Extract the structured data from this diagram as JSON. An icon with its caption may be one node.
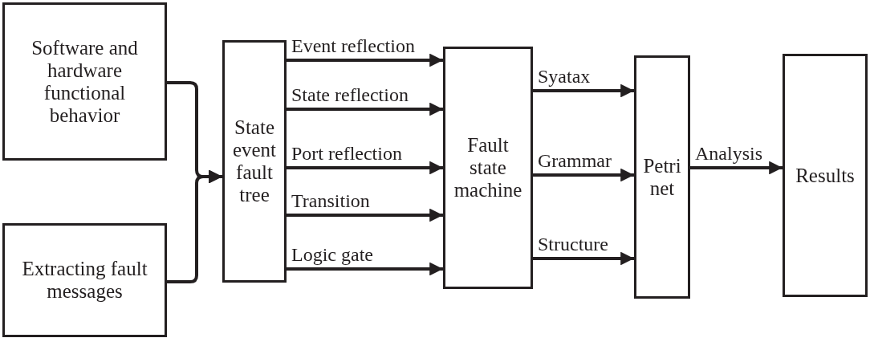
{
  "diagram": {
    "nodes": [
      {
        "text": [
          "Software and hardware functional behavior"
        ]
      },
      {
        "text": [
          "Extracting fault messages"
        ]
      },
      {
        "text": [
          "State event fault tree"
        ]
      },
      {
        "text": [
          "Fault state machine"
        ]
      },
      {
        "text": [
          "Petri net"
        ]
      },
      {
        "text": [
          "Results"
        ]
      }
    ],
    "edges": [
      {
        "from": 0,
        "to": 2,
        "arrow": "to"
      },
      {
        "from": 1,
        "to": 2,
        "arrow": "to"
      },
      {
        "from": 2,
        "to": 3,
        "label": "Event reflection",
        "arrow": "to"
      },
      {
        "from": 2,
        "to": 3,
        "label": "State reflection",
        "arrow": "to"
      },
      {
        "from": 2,
        "to": 3,
        "label": "Port reflection",
        "arrow": "to"
      },
      {
        "from": 2,
        "to": 3,
        "label": "Transition",
        "arrow": "to"
      },
      {
        "from": 2,
        "to": 3,
        "label": "Logic gate",
        "arrow": "to"
      },
      {
        "from": 3,
        "to": 4,
        "label": "Syatax",
        "arrow": "to"
      },
      {
        "from": 3,
        "to": 4,
        "label": "Grammar",
        "arrow": "to"
      },
      {
        "from": 3,
        "to": 4,
        "label": "Structure",
        "arrow": "to"
      },
      {
        "from": 4,
        "to": 5,
        "label": "Analysis",
        "arrow": "to"
      }
    ]
  }
}
